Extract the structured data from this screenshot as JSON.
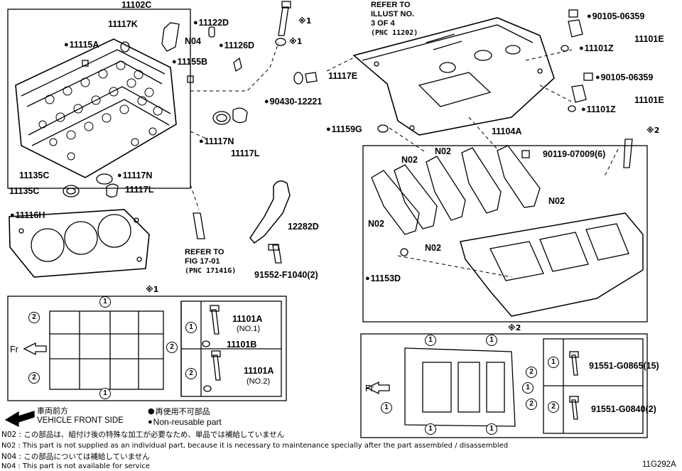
{
  "labels": {
    "head_assy": "11102C",
    "p11117K": "11117K",
    "p11115A": "11115A",
    "pN04": "N04",
    "p11122D": "11122D",
    "p11126D": "11126D",
    "p11155B": "11155B",
    "p11117E": "11117E",
    "p90430": "90430-12221",
    "p11117N_a": "11117N",
    "p11117L_a": "11117L",
    "p11135C_a": "11135C",
    "p11135C_b": "11135C",
    "p11117N_b": "11117N",
    "p11117L_b": "11117L",
    "p11116H": "11116H",
    "p12282D": "12282D",
    "p91552": "91552-F1040(2)",
    "ref_fig_1": "REFER TO",
    "ref_fig_2": "FIG 17-01",
    "ref_fig_3": "(PNC 17141G)",
    "ref_illust_1": "REFER TO",
    "ref_illust_2": "ILLUST NO.",
    "ref_illust_3": "3 OF 4",
    "ref_illust_4": "(PNC 11202)",
    "kome1_a": "※1",
    "kome1_b": "※1",
    "p90105_a": "90105-06359",
    "p11101E_a": "11101E",
    "p11101Z_a": "11101Z",
    "p90105_b": "90105-06359",
    "p11101E_b": "11101E",
    "p11101Z_b": "11101Z",
    "p11159G": "11159G",
    "p11104A": "11104A",
    "kome2": "※2",
    "pN02_1": "N02",
    "pN02_2": "N02",
    "p90119": "90119-07009(6)",
    "pN02_3": "N02",
    "pN02_4": "N02",
    "pN02_5": "N02",
    "p11153D": "11153D",
    "sec1_title": "※1",
    "sec2_title": "※2",
    "sec1_p1": "11101A",
    "sec1_p1_note": "(NO.1)",
    "sec1_p2": "11101B",
    "sec1_p3": "11101A",
    "sec1_p3_note": "(NO.2)",
    "sec2_p1": "91551-G0865(15)",
    "sec2_p2": "91551-G0840(2)",
    "fr": "Fr",
    "code": "11G292A"
  },
  "legend": {
    "front_jp": "車両前方",
    "front_en": "VEHICLE FRONT SIDE",
    "nonreuse_jp": "再使用不可部品",
    "nonreuse_en": "Non-reusable part"
  },
  "notes": [
    "N02 : この部品は、組付け後の特殊な加工が必要なため、単品では補給していません",
    "N02 : This part is not supplied as an individual part, because it is necessary to maintenance specially after the part assembled / disassembled",
    "N04 : この部品については補給していません",
    "N04 : This part is not available for service"
  ],
  "circle_numbers": [
    "1",
    "2"
  ]
}
